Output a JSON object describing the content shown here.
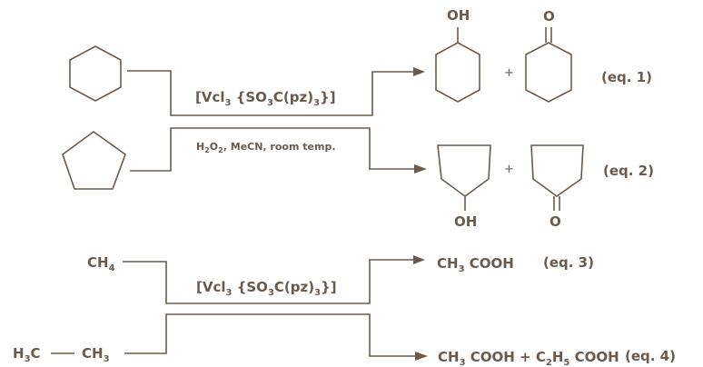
{
  "eq1": {
    "catalyst_main": "[Vcl",
    "catalyst_sub1": "3",
    "catalyst_mid": " {SO",
    "catalyst_sub2": "3",
    "catalyst_end": "C(pz)",
    "catalyst_sub3": "3",
    "catalyst_close": "}]",
    "product1_group": "OH",
    "product2_group": "O",
    "plus": "+",
    "label": "(eq. 1)"
  },
  "eq2": {
    "cond_h": "H",
    "cond_sub1": "2",
    "cond_o": "O",
    "cond_sub2": "2",
    "cond_rest": ", MeCN, room temp.",
    "product1_group": "OH",
    "product2_group": "O",
    "plus": "+",
    "label": "(eq. 2)"
  },
  "eq3": {
    "reactant_main": "CH",
    "reactant_sub": "4",
    "catalyst_main": "[Vcl",
    "catalyst_sub1": "3",
    "catalyst_mid": " {SO",
    "catalyst_sub2": "3",
    "catalyst_end": "C(pz)",
    "catalyst_sub3": "3",
    "catalyst_close": "}]",
    "product_main": "CH",
    "product_sub": "3",
    "product_rest": " COOH",
    "label": "(eq. 3)"
  },
  "eq4": {
    "reactant_left": "H",
    "reactant_left_sub": "3",
    "reactant_left_c": "C",
    "reactant_bond": "—",
    "reactant_right": "CH",
    "reactant_right_sub": "3",
    "product1_main": "CH",
    "product1_sub": "3",
    "product1_rest": " COOH + C",
    "product2_sub1": "2",
    "product2_h": "H",
    "product2_sub2": "5",
    "product2_rest": " COOH",
    "label": "(eq. 4)"
  }
}
